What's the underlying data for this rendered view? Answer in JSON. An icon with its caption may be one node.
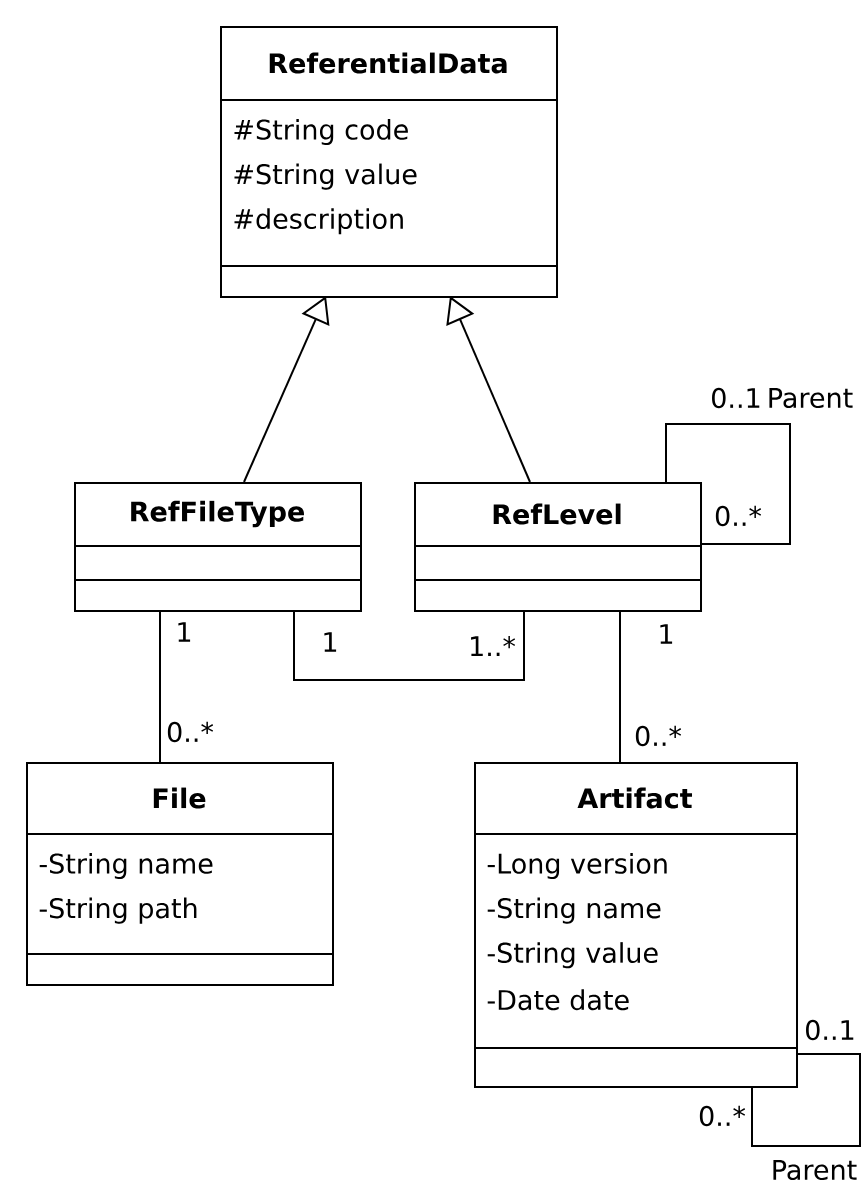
{
  "diagram": {
    "nodes": [
      {
        "text": [
          "ReferentialData",
          "#String code",
          "#String value",
          "#description"
        ]
      },
      {
        "text": [
          "RefFileType"
        ]
      },
      {
        "text": [
          "RefLevel"
        ]
      },
      {
        "text": [
          "File",
          "-String name",
          "-String path"
        ]
      },
      {
        "text": [
          "Artifact",
          "-Long version",
          "-String name",
          "-String value",
          "-Date date"
        ]
      }
    ],
    "edges": [
      {
        "from": 1,
        "to": 0,
        "arrow": "to"
      },
      {
        "from": 2,
        "to": 0,
        "arrow": "to"
      },
      {
        "from": 2,
        "to": 2,
        "arrow": "none"
      },
      {
        "from": 1,
        "to": 3,
        "arrow": "none"
      },
      {
        "from": 1,
        "to": 2,
        "arrow": "none"
      },
      {
        "from": 2,
        "to": 4,
        "arrow": "none"
      },
      {
        "from": 4,
        "to": 4,
        "arrow": "none"
      }
    ],
    "labels": [
      "0..1",
      "Parent",
      "0..*",
      "1",
      "1",
      "1..*",
      "1",
      "0..*",
      "0..*",
      "0..1",
      "0..*",
      "Parent"
    ]
  }
}
